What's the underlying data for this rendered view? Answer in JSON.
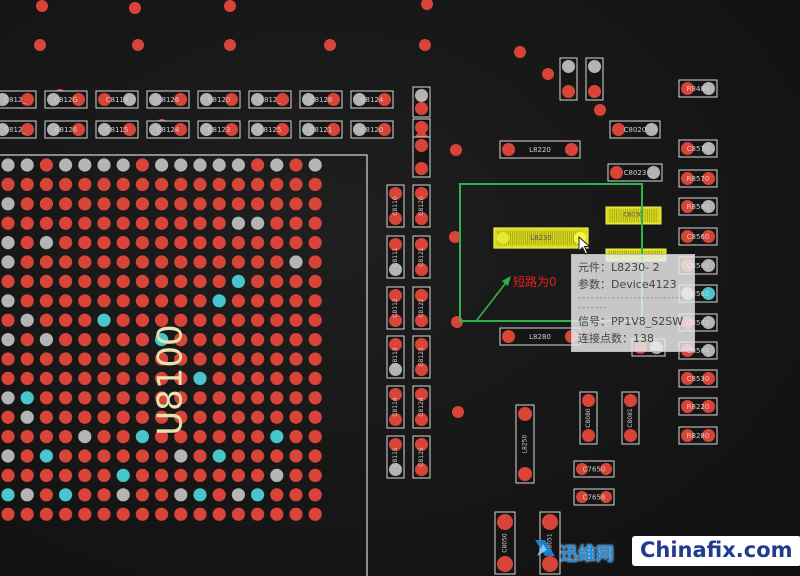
{
  "board": {
    "background": "#141414",
    "pad_red": "#d94438",
    "pad_gray": "#b4b4b4",
    "pad_cyan": "#48c6cc",
    "highlight_yellow": "#d9d91e",
    "selection_green": "#2eb34a"
  },
  "chip": {
    "label": "U8100"
  },
  "components": {
    "cap_row1": [
      "C812_",
      "C812G",
      "C8114",
      "C8126",
      "C8120",
      "C812_",
      "C8128",
      "C8124"
    ],
    "cap_row2": [
      "C812_",
      "C8126",
      "C8115",
      "C8124",
      "C8123",
      "C8125",
      "C8121",
      "C8120"
    ],
    "right_col": [
      "R8483",
      "C8020",
      "C8023",
      "C8570",
      "R8570",
      "R8560",
      "C8560",
      "C8561",
      "C8562",
      "C8563",
      "C8564",
      "C8530",
      "R8220",
      "R8280"
    ],
    "inductors": {
      "l8220": "L8220",
      "l8230": "L8230",
      "l8280": "L8280",
      "l8250": "L8250"
    },
    "small_caps": [
      "C7650",
      "C7658",
      "C8080",
      "C8081",
      "C8051",
      "C8050"
    ],
    "yellow_parts": [
      "C8030",
      "C8033"
    ]
  },
  "annotation": {
    "short_text": "短路为0"
  },
  "tooltip": {
    "component": "元件：L8230- 2",
    "param": "参数：Device4123",
    "separator": "--------------------------------",
    "signal": "信号：PP1V8_S2SW",
    "connections": "连接点数：138"
  },
  "watermark": {
    "site": "Chinafix.com",
    "brand_cn": "迅维网"
  }
}
